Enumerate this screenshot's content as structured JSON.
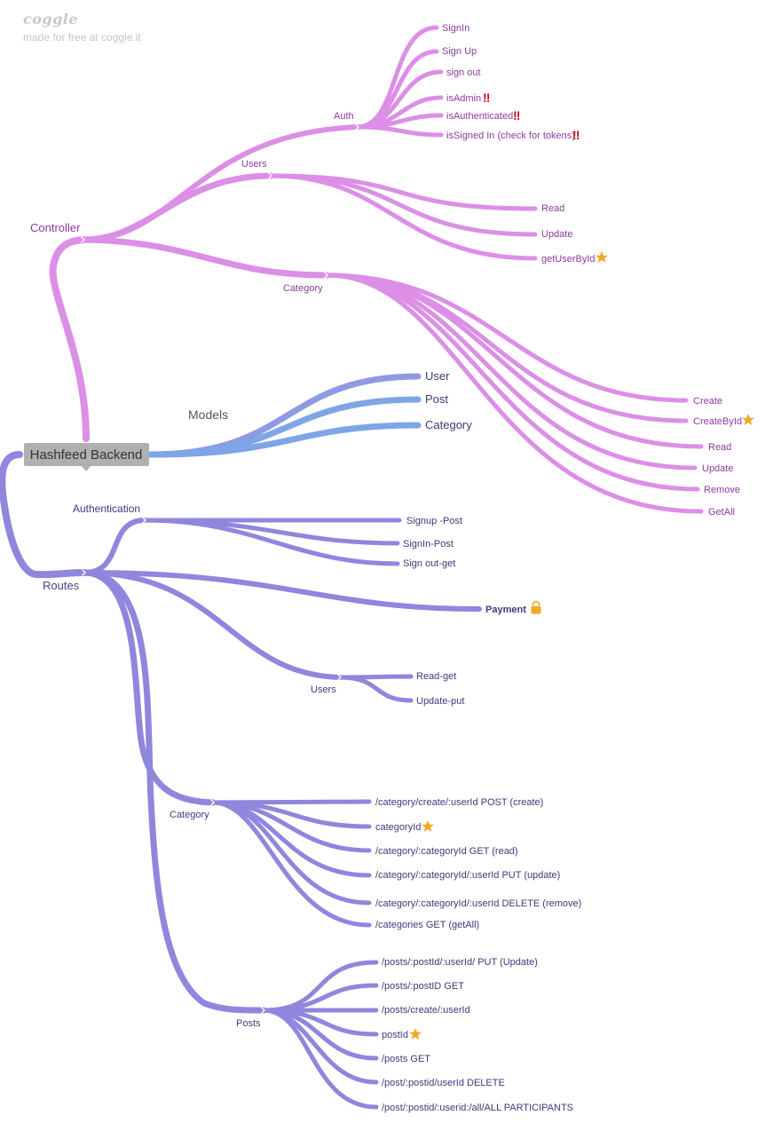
{
  "brand": {
    "logo": "coggle",
    "tagline": "made for free at coggle.it"
  },
  "colors": {
    "controller": "#dc8fe6",
    "models": "#7ea6e6",
    "routes": "#8f86dd",
    "root_box": "#b0b0b0",
    "star": "#f5a623",
    "alert": "#d0021b",
    "lock": "#f5a623"
  },
  "root": {
    "label": "Hashfeed Backend"
  },
  "controller": {
    "label": "Controller",
    "auth": {
      "label": "Auth",
      "items": [
        "SignIn",
        "Sign Up",
        "sign out",
        "isAdmin",
        "isAuthenticated",
        "isSigned In (check for tokens)"
      ]
    },
    "users": {
      "label": "Users",
      "items": [
        "Read",
        "Update",
        "getUserById"
      ]
    },
    "category": {
      "label": "Category",
      "items": [
        "Create",
        "CreateById",
        "Read",
        "Update",
        "Remove",
        "GetAll"
      ]
    }
  },
  "models": {
    "label": "Models",
    "items": [
      "User",
      "Post",
      "Category"
    ]
  },
  "routes": {
    "label": "Routes",
    "authentication": {
      "label": "Authentication",
      "items": [
        "Signup -Post",
        "SignIn-Post",
        "Sign out-get"
      ]
    },
    "payment": {
      "label": "Payment"
    },
    "users": {
      "label": "Users",
      "items": [
        "Read-get",
        "Update-put"
      ]
    },
    "category": {
      "label": "Category",
      "items": [
        "/category/create/:userId POST (create)",
        "categoryId",
        "/category/:categoryId GET (read)",
        "/category/:categoryId/:userId PUT (update)",
        "/category/:categoryId/:userId DELETE (remove)",
        "/categories GET (getAll)"
      ]
    },
    "posts": {
      "label": "Posts",
      "items": [
        "/posts/:postId/:userId/ PUT (Update)",
        "/posts/:postID GET",
        "/posts/create/:userId",
        "postId",
        "/posts GET",
        "/post/:postid/userId DELETE",
        "/post/:postid/:userid:/all/ALL PARTICIPANTS"
      ]
    }
  }
}
